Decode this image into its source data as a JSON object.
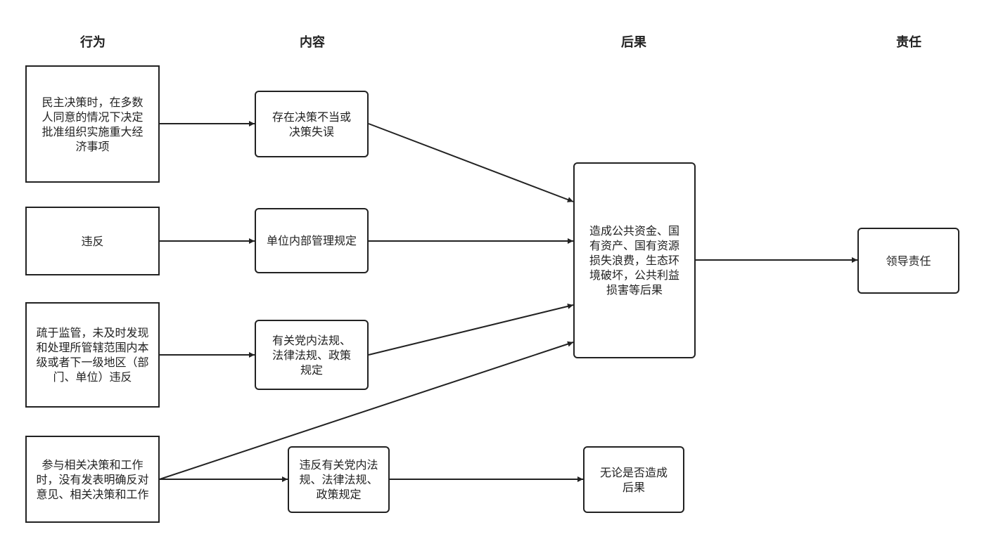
{
  "headers": {
    "behavior": "行为",
    "content": "内容",
    "consequence": "后果",
    "responsibility": "责任"
  },
  "nodes": {
    "behavior_1": "民主决策时，在多数人同意的情况下决定批准组织实施重大经济事项",
    "behavior_2": "违反",
    "behavior_3": "疏于监管，未及时发现和处理所管辖范围内本级或者下一级地区（部门、单位）违反",
    "behavior_4": "参与相关决策和工作时，没有发表明确反对意见、相关决策和工作",
    "content_1": "存在决策不当或决策失误",
    "content_2": "单位内部管理规定",
    "content_3": "有关党内法规、法律法规、政策规定",
    "content_4": "违反有关党内法规、法律法规、政策规定",
    "consequence_main": "造成公共资金、国有资产、国有资源损失浪费，生态环境破坏，公共利益损害等后果",
    "consequence_any": "无论是否造成后果",
    "responsibility": "领导责任"
  },
  "colors": {
    "line": "#222222",
    "box_border": "#222222",
    "background": "#ffffff"
  }
}
